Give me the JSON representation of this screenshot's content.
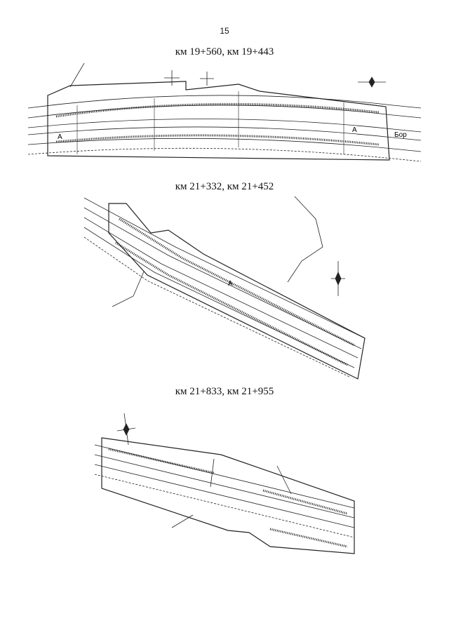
{
  "page": {
    "number": "15"
  },
  "figures": [
    {
      "caption": "км 19+560, км 19+443",
      "label_left": "А",
      "label_right": "А",
      "place_label": "Бор"
    },
    {
      "caption": "км 21+332, км 21+452",
      "label_center": "А"
    },
    {
      "caption": "км 21+833, км 21+955"
    }
  ]
}
